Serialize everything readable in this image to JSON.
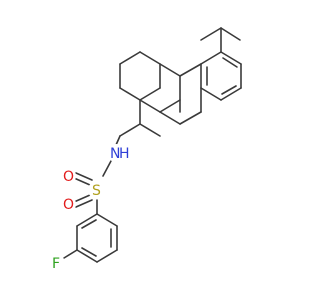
{
  "diagram": {
    "type": "chemical-structure",
    "atom_labels": {
      "N": "N",
      "H": "H",
      "S": "S",
      "O_upper": "O",
      "O_lower": "O",
      "F": "F"
    },
    "element_colors": {
      "N": "#2f3fd6",
      "O": "#e21b1b",
      "S": "#b0a01e",
      "F": "#2fa21f",
      "bond": "#3a3a3a"
    }
  }
}
